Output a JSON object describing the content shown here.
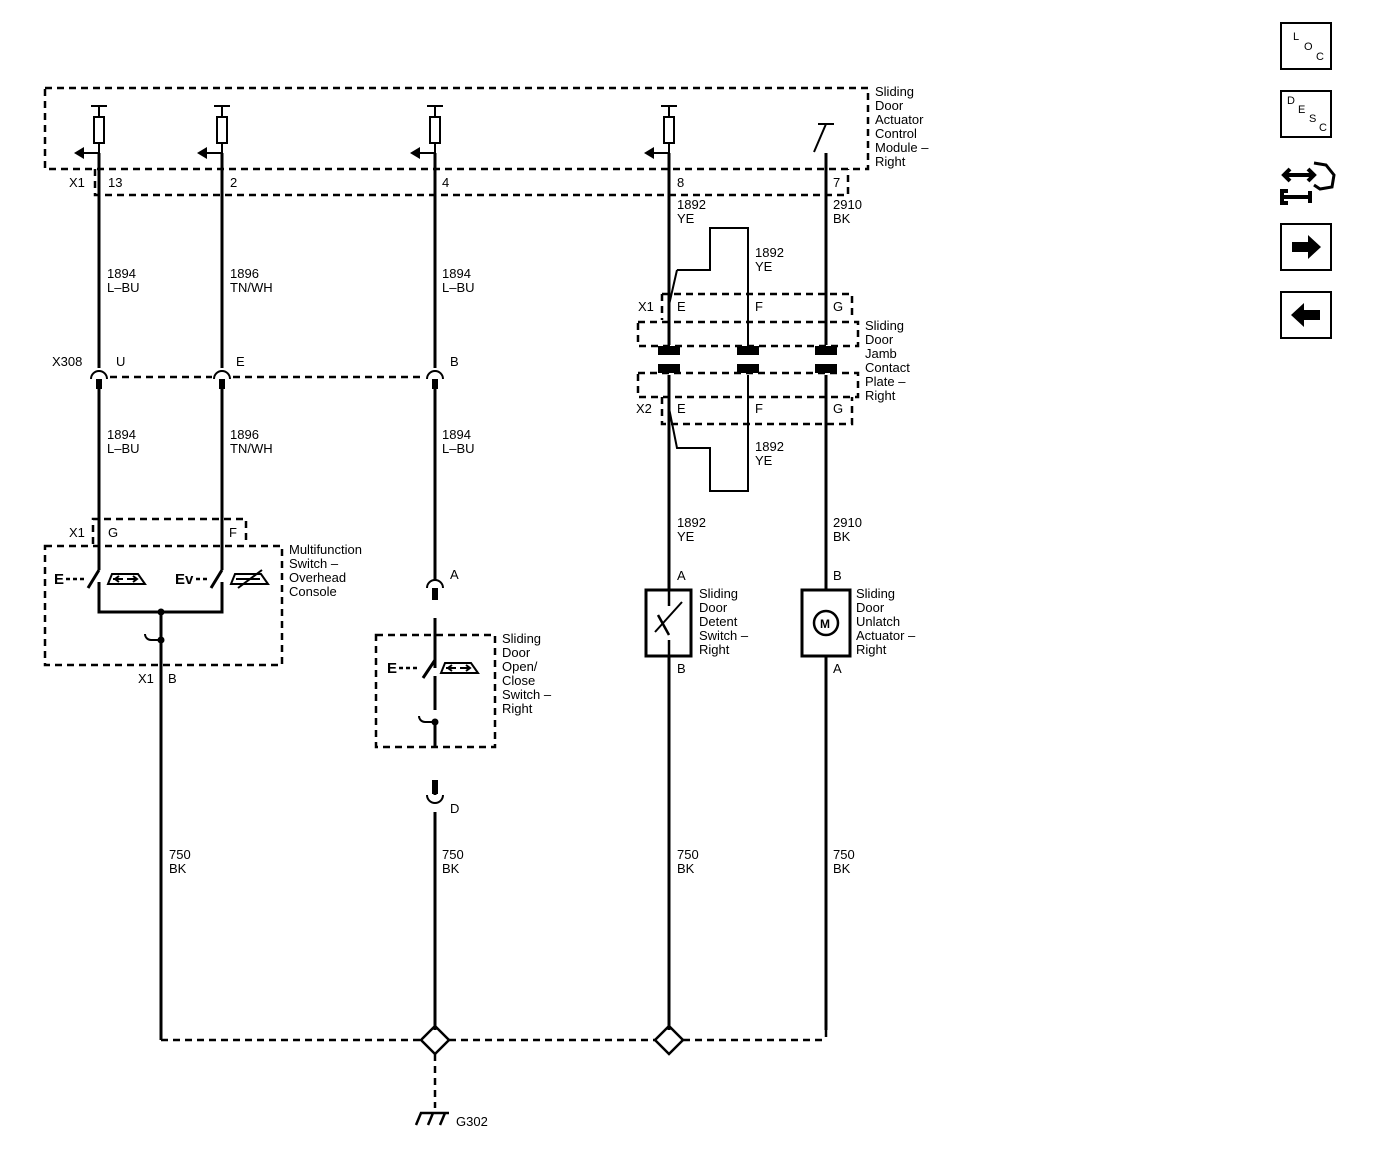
{
  "module": {
    "label": [
      "Sliding",
      "Door",
      "Actuator",
      "Control",
      "Module –",
      "Right"
    ],
    "connector": "X1",
    "pins": [
      "13",
      "2",
      "4",
      "8",
      "7"
    ]
  },
  "wires": {
    "w1894": {
      "circuit": "1894",
      "color": "L–BU"
    },
    "w1896": {
      "circuit": "1896",
      "color": "TN/WH"
    },
    "w1892": {
      "circuit": "1892",
      "color": "YE"
    },
    "w2910": {
      "circuit": "2910",
      "color": "BK"
    },
    "w750": {
      "circuit": "750",
      "color": "BK"
    }
  },
  "x308": {
    "label": "X308",
    "pins": [
      "U",
      "E",
      "B"
    ]
  },
  "jamb": {
    "label": [
      "Sliding",
      "Door",
      "Jamb",
      "Contact",
      "Plate –",
      "Right"
    ],
    "x1": "X1",
    "x2": "X2",
    "pins": [
      "E",
      "F",
      "G"
    ]
  },
  "mfs": {
    "label": [
      "Multifunction",
      "Switch –",
      "Overhead",
      "Console"
    ],
    "connector": "X1",
    "pins": [
      "G",
      "F"
    ],
    "ground_pin": "B"
  },
  "open_close": {
    "label": [
      "Sliding",
      "Door",
      "Open/",
      "Close",
      "Switch –",
      "Right"
    ],
    "pin_top": "A",
    "pin_bottom": "D"
  },
  "detent": {
    "label": [
      "Sliding",
      "Door",
      "Detent",
      "Switch –",
      "Right"
    ],
    "pin_top": "A",
    "pin_bottom": "B"
  },
  "unlatch": {
    "label": [
      "Sliding",
      "Door",
      "Unlatch",
      "Actuator –",
      "Right"
    ],
    "pin_top": "B",
    "pin_bottom": "A",
    "motor": "M"
  },
  "switch_glyph": "E",
  "switch_glyph_v": "Ev",
  "ground": {
    "label": "G302"
  },
  "nav": {
    "loc": [
      "L",
      "O",
      "C"
    ],
    "desc": [
      "D",
      "E",
      "S",
      "C"
    ],
    "icons": [
      "connector-toggle-icon",
      "arrow-right-icon",
      "arrow-left-icon"
    ]
  }
}
